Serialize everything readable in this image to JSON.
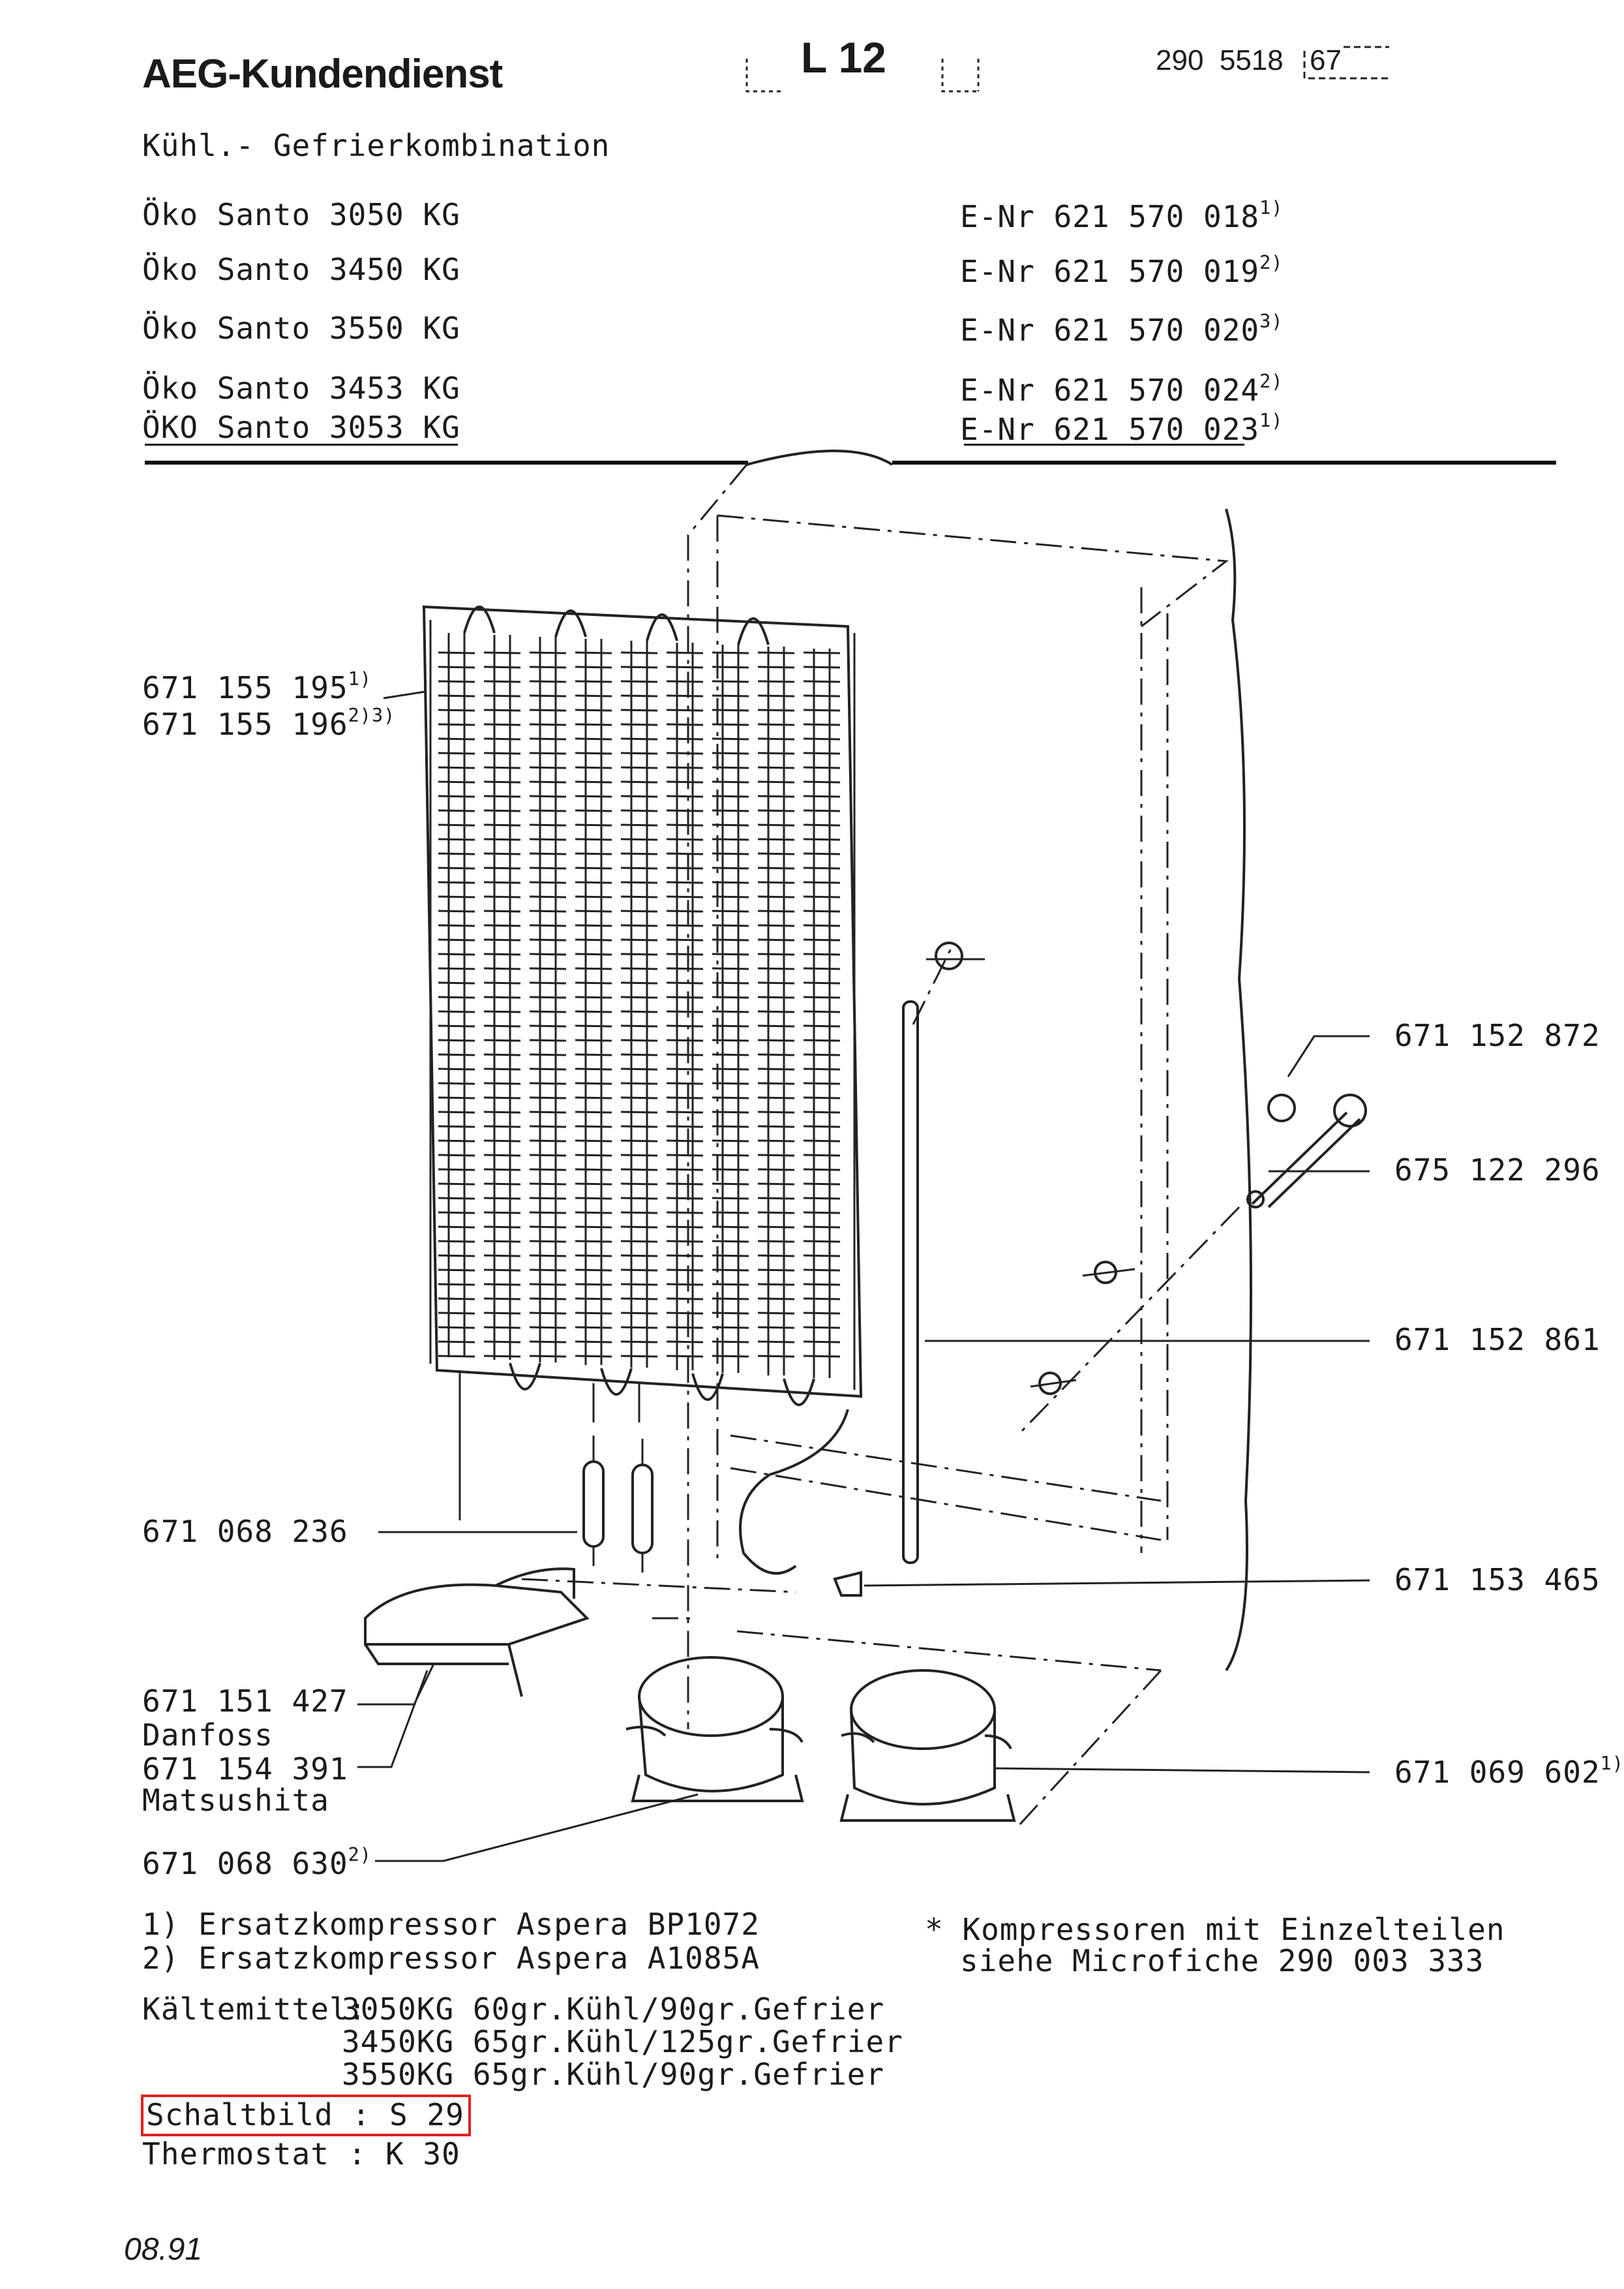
{
  "header": {
    "company": "AEG-Kundendienst",
    "code": "L 12",
    "doc_number": "290  5518",
    "doc_suffix": "67"
  },
  "product_type": "Kühl.- Gefrierkombination",
  "models": [
    {
      "name": "Öko Santo 3050 KG",
      "enr": "E-Nr 621 570 018",
      "note": "1)"
    },
    {
      "name": "Öko Santo 3450 KG",
      "enr": "E-Nr 621 570 019",
      "note": "2)"
    },
    {
      "name": "Öko Santo 3550 KG",
      "enr": "E-Nr 621 570 020",
      "note": "3)"
    },
    {
      "name": "Öko Santo 3453 KG",
      "enr": "E-Nr 621 570 024",
      "note": "2)"
    },
    {
      "name": "ÖKO Santo 3053 KG",
      "enr": "E-Nr 621 570 023",
      "note": "1)"
    }
  ],
  "parts": {
    "condenser_a": {
      "number": "671 155 195",
      "note": "1)"
    },
    "condenser_b": {
      "number": "671 155 196",
      "note": "2)3)"
    },
    "p_872": {
      "number": "671 152 872"
    },
    "p_296": {
      "number": "675 122 296"
    },
    "p_861": {
      "number": "671 152 861"
    },
    "p_236": {
      "number": "671 068 236"
    },
    "p_465": {
      "number": "671 153 465"
    },
    "p_427": {
      "number": "671 151 427",
      "brand": "Danfoss"
    },
    "p_391": {
      "number": "671 154 391",
      "brand": "Matsushita"
    },
    "p_602": {
      "number": "671 069 602",
      "note": "1)"
    },
    "p_630": {
      "number": "671 068 630",
      "note": "2)"
    }
  },
  "footnotes": [
    "1) Ersatzkompressor Aspera BP1072",
    "2) Ersatzkompressor Aspera A1085A"
  ],
  "compressor_note": {
    "line1": "* Kompressoren mit Einzelteilen",
    "line2": "siehe Microfiche 290 003 333"
  },
  "refrigerant": {
    "label": "Kältemittel:",
    "rows": [
      "3050KG 60gr.Kühl/90gr.Gefrier",
      "3450KG 65gr.Kühl/125gr.Gefrier",
      "3550KG 65gr.Kühl/90gr.Gefrier"
    ]
  },
  "wiring": {
    "label": "Schaltbild : S 29",
    "highlight_color": "#e02020"
  },
  "thermostat": "Thermostat : K 30",
  "date": "08.91"
}
